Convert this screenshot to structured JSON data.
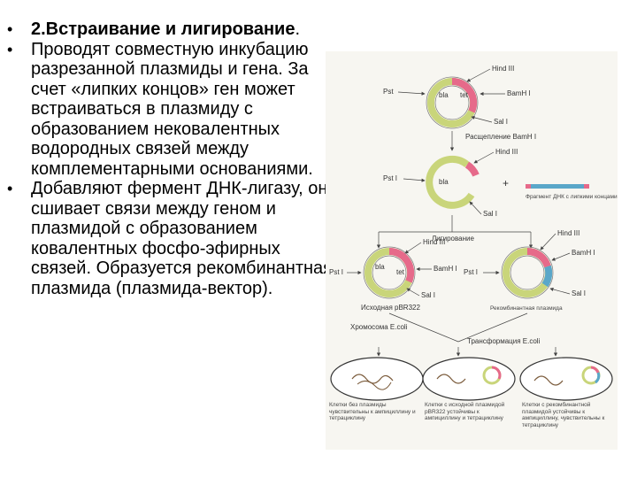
{
  "bullets": [
    {
      "bold": "2.Встраивание и лигирование",
      "rest": "."
    },
    {
      "bold": "",
      "rest": "Проводят совместную инкубацию разрезанной плазмиды и гена. За счет «липких концов» ген может встраиваться в плазмиду с образованием нековалентных водородных связей между комплементарными основаниями."
    },
    {
      "bold": "",
      "rest": "Добавляют фермент ДНК-лигазу, он сшивает связи между геном и плазмидой с образованием ковалентных фосфо-эфирных связей. Образуется рекомбинантная плазмида (плазмида-вектор)."
    }
  ],
  "figure": {
    "top_plasmid": {
      "left": "Pst",
      "inner_left": "bla",
      "inner_right": "tet",
      "hind": "Hind III",
      "bam": "BamH I",
      "sal": "Sal I"
    },
    "cut_label": "Расщепление BamH I",
    "second_plasmid": {
      "left": "Pst I",
      "inner": "bla",
      "hind": "Hind III",
      "sal": "Sal I"
    },
    "plus": "+",
    "fragment": "Фрагмент ДНК с липкими концами",
    "ligation": "Лигирование",
    "left_plasmid": {
      "left": "Pst I",
      "inner_left": "bla",
      "inner_right": "tet",
      "hind": "Hind III",
      "bam": "BamH I",
      "sal": "Sal I",
      "caption": "Исходная pBR322"
    },
    "right_plasmid": {
      "left": "Pst I",
      "hind": "Hind III",
      "bam": "BamH I",
      "sal": "Sal I",
      "caption": "Рекомбинантная плазмида"
    },
    "chromosome": "Хромосома E.coli",
    "transformation": "Трансформация E.coli",
    "cells": [
      "Клетки без плазмиды чувствительны к ампициллину и тетрациклину",
      "Клетки с исходной плазмидой pBR322 устойчивы к ампициллину и тетрациклину",
      "Клетки с рекомбинантной плазмидой устойчивы к ампициллину, чувствительны к тетрациклину"
    ]
  }
}
